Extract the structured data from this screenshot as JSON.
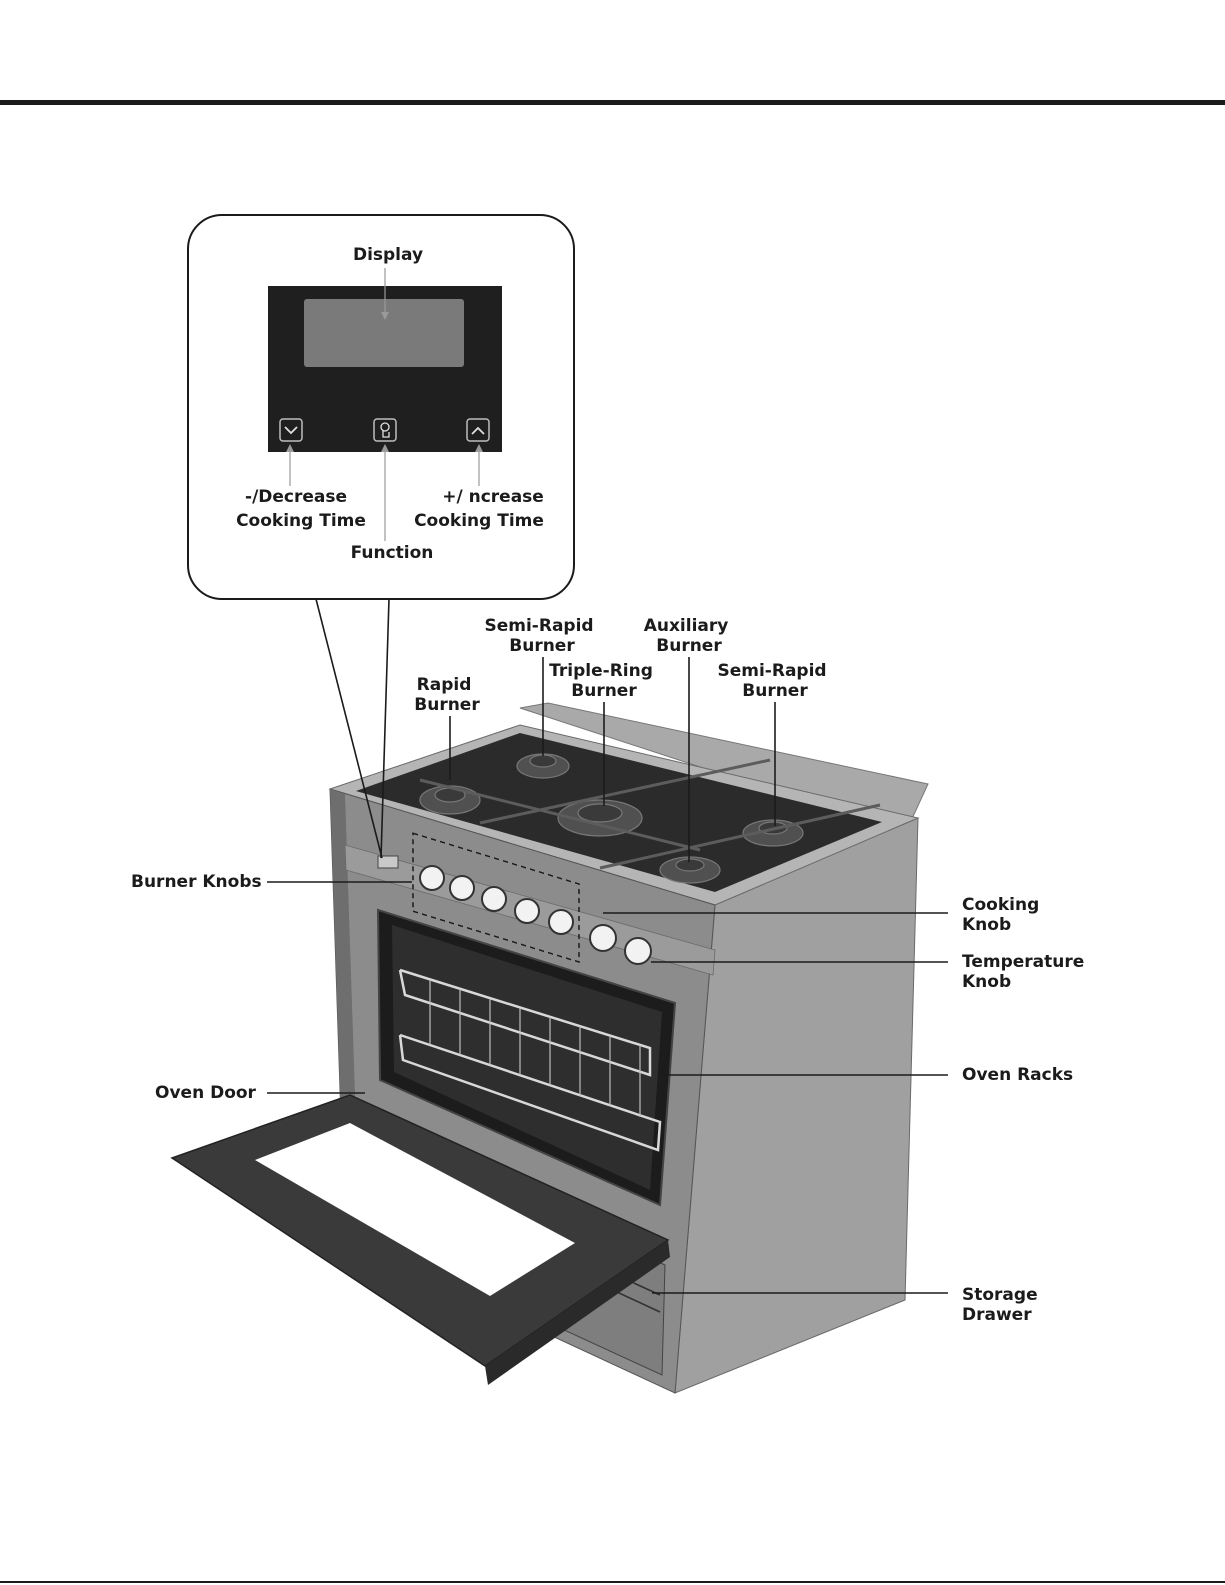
{
  "callout": {
    "display": "Display",
    "decrease": [
      "-/Decrease",
      "Cooking Time"
    ],
    "increase": [
      "+/ ncrease",
      "Cooking Time"
    ],
    "function": "Function"
  },
  "labels": {
    "rapid_burner": [
      "Rapid",
      "Burner"
    ],
    "semi_rapid_burner_left": [
      "Semi-Rapid",
      "Burner"
    ],
    "triple_ring_burner": [
      "Triple-Ring",
      "Burner"
    ],
    "auxiliary_burner": [
      "Auxiliary",
      "Burner"
    ],
    "semi_rapid_burner_right": [
      "Semi-Rapid",
      "Burner"
    ],
    "burner_knobs": "Burner Knobs",
    "cooking_knob": [
      "Cooking",
      "Knob"
    ],
    "temperature_knob": [
      "Temperature",
      "Knob"
    ],
    "oven_racks": "Oven Racks",
    "oven_door": "Oven Door",
    "storage_drawer": [
      "Storage",
      "Drawer"
    ]
  },
  "icons": {
    "decrease": "chevron-down-icon",
    "function": "touch-icon",
    "increase": "chevron-up-icon"
  },
  "colors": {
    "steel": "#8c8c8c",
    "steel_dark": "#6e6e6e",
    "cooktop": "#2b2b2b",
    "panel": "#1f1f1f",
    "screen": "#7a7a7a"
  }
}
